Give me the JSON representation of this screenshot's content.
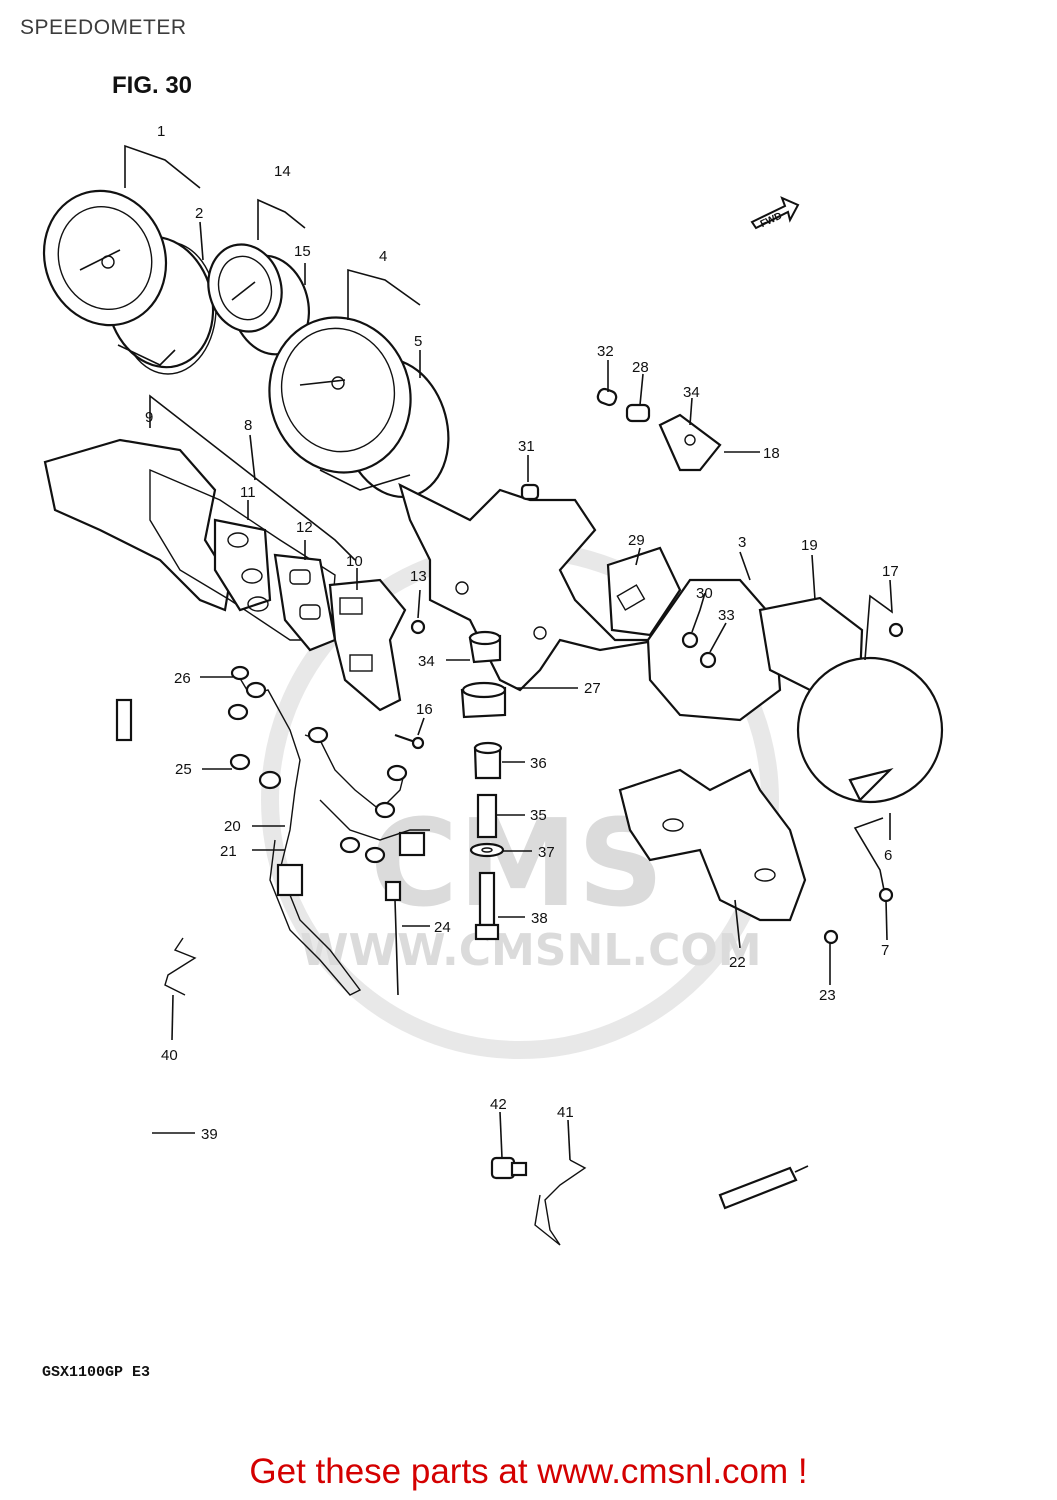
{
  "header": {
    "title": "SPEEDOMETER"
  },
  "figure": {
    "label": "FIG. 30",
    "fwd_label": "FWD",
    "model": "GSX1100GP  E3"
  },
  "watermark": {
    "logo": "CMS",
    "url": "WWW.CMSNL.COM"
  },
  "footer": {
    "promo": "Get these parts at www.cmsnl.com !"
  },
  "callouts": [
    "1",
    "2",
    "3",
    "4",
    "5",
    "6",
    "7",
    "8",
    "9",
    "10",
    "11",
    "12",
    "13",
    "14",
    "15",
    "16",
    "17",
    "18",
    "19",
    "20",
    "21",
    "22",
    "23",
    "24",
    "25",
    "26",
    "27",
    "28",
    "29",
    "30",
    "31",
    "32",
    "33",
    "34",
    "35",
    "36",
    "37",
    "38",
    "39",
    "40",
    "41",
    "42"
  ],
  "colors": {
    "promo": "#d40000",
    "lines": "#111111",
    "watermark": "#d8d8d8"
  }
}
